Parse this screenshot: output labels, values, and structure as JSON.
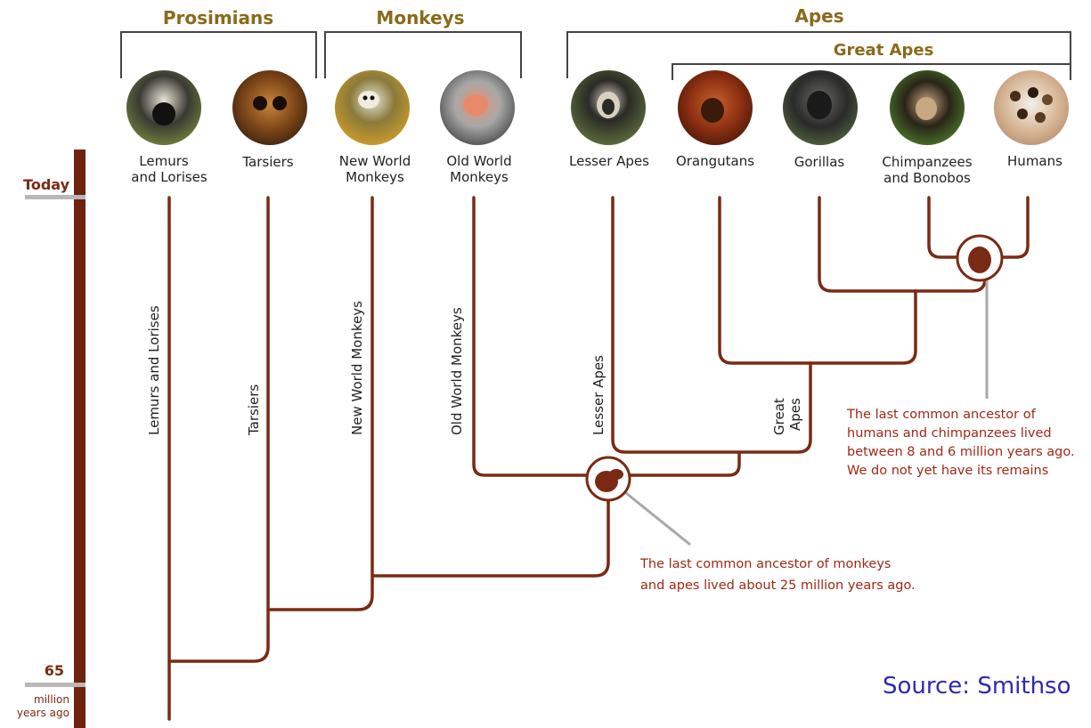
{
  "groups": {
    "prosimians": "Prosimians",
    "monkeys": "Monkeys",
    "apes": "Apes",
    "great_apes": "Great Apes"
  },
  "taxa": {
    "lemurs_line1": "Lemurs",
    "lemurs_line2": "and Lorises",
    "tarsiers": "Tarsiers",
    "nwm_line1": "New World",
    "nwm_line2": "Monkeys",
    "owm_line1": "Old World",
    "owm_line2": "Monkeys",
    "lesser_apes": "Lesser Apes",
    "orangutans": "Orangutans",
    "gorillas": "Gorillas",
    "chimps_line1": "Chimpanzees",
    "chimps_line2": "and Bonobos",
    "humans": "Humans"
  },
  "branch_labels": {
    "lemurs": "Lemurs and Lorises",
    "tarsiers": "Tarsiers",
    "nwm": "New World Monkeys",
    "owm": "Old World Monkeys",
    "lesser_apes": "Lesser Apes",
    "great_apes_1": "Great",
    "great_apes_2": "Apes"
  },
  "timeline": {
    "today": "Today",
    "mya_value": "65",
    "mya_unit_1": "million",
    "mya_unit_2": "years ago"
  },
  "notes": {
    "human_chimp": [
      "The last common ancestor of",
      "humans and chimpanzees lived",
      "between 8 and 6 million years ago.",
      "We do not yet have its remains"
    ],
    "monkey_ape": [
      "The last common ancestor of monkeys",
      "and apes lived about 25 million years ago."
    ]
  },
  "source": "Source: Smithso",
  "colors": {
    "tree": "#7a2a14",
    "group_label": "#8a6a1a",
    "note": "#a02815",
    "source": "#2b2bb0"
  }
}
